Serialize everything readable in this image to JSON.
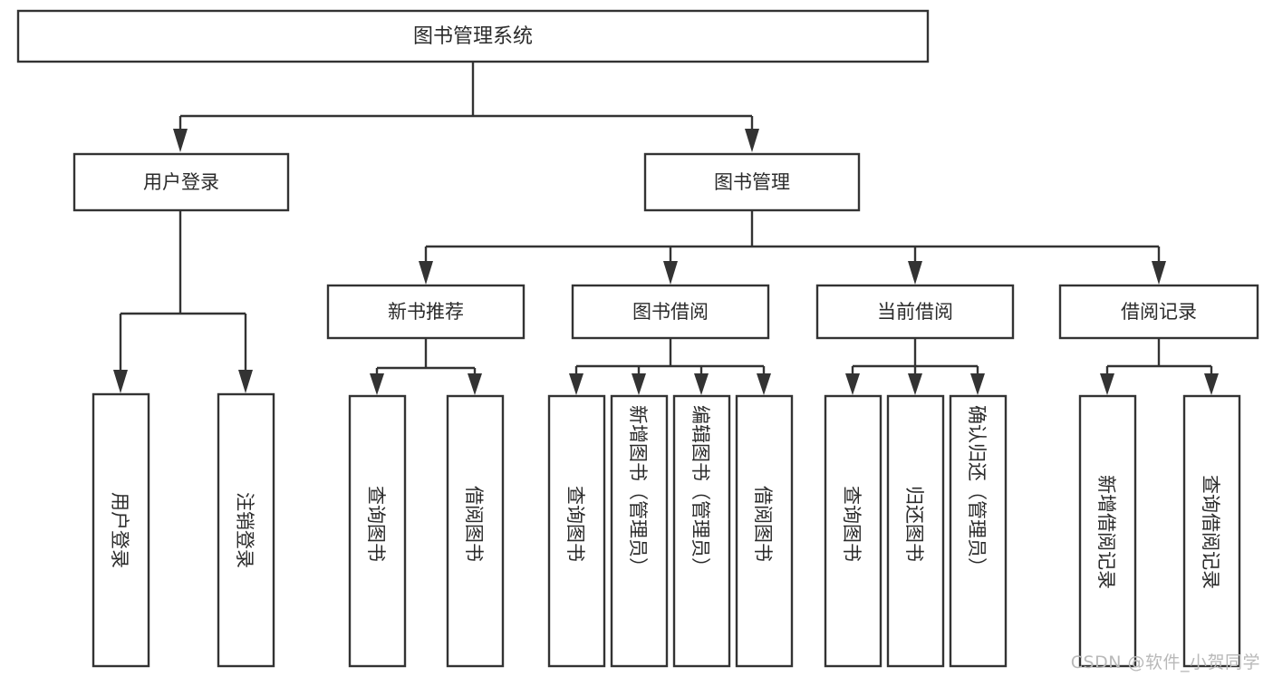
{
  "diagram": {
    "type": "tree-hierarchy",
    "title": "图书管理系统",
    "watermark": "CSDN @软件_小贺同学",
    "colors": {
      "stroke": "#333333",
      "fill": "#ffffff",
      "text": "#2b2b2b",
      "watermark": "#b9b9b9",
      "background": "#ffffff"
    },
    "levels": {
      "level1": [
        "图书管理系统"
      ],
      "level2": [
        "用户登录",
        "图书管理"
      ],
      "level3": [
        "新书推荐",
        "图书借阅",
        "当前借阅",
        "借阅记录"
      ],
      "level4": [
        "用户登录",
        "注销登录",
        "查询图书",
        "借阅图书",
        "查询图书",
        "新增图书（管理员）",
        "编辑图书（管理员）",
        "借阅图书",
        "查询图书",
        "归还图书",
        "确认归还（管理员）",
        "新增借阅记录",
        "查询借阅记录"
      ]
    },
    "nodes": {
      "root": {
        "label": "图书管理系统"
      },
      "user_login": {
        "label": "用户登录"
      },
      "book_manage": {
        "label": "图书管理"
      },
      "new_book_rec": {
        "label": "新书推荐"
      },
      "book_borrow": {
        "label": "图书借阅"
      },
      "current_borrow": {
        "label": "当前借阅"
      },
      "borrow_record": {
        "label": "借阅记录"
      },
      "leaf_user_login": {
        "label": "用户登录"
      },
      "leaf_user_logout": {
        "label": "注销登录"
      },
      "leaf_rec_query": {
        "label": "查询图书"
      },
      "leaf_rec_borrow": {
        "label": "借阅图书"
      },
      "leaf_bb_query": {
        "label": "查询图书"
      },
      "leaf_bb_add": {
        "label": "新增图书（管理员）"
      },
      "leaf_bb_edit": {
        "label": "编辑图书（管理员）"
      },
      "leaf_bb_borrow": {
        "label": "借阅图书"
      },
      "leaf_cb_query": {
        "label": "查询图书"
      },
      "leaf_cb_return": {
        "label": "归还图书"
      },
      "leaf_cb_confirm": {
        "label": "确认归还（管理员）"
      },
      "leaf_br_add": {
        "label": "新增借阅记录"
      },
      "leaf_br_query": {
        "label": "查询借阅记录"
      }
    },
    "edges": [
      {
        "from": "图书管理系统",
        "to": "用户登录"
      },
      {
        "from": "图书管理系统",
        "to": "图书管理"
      },
      {
        "from": "图书管理",
        "to": "新书推荐"
      },
      {
        "from": "图书管理",
        "to": "图书借阅"
      },
      {
        "from": "图书管理",
        "to": "当前借阅"
      },
      {
        "from": "图书管理",
        "to": "借阅记录"
      },
      {
        "from": "用户登录",
        "to": "用户登录"
      },
      {
        "from": "用户登录",
        "to": "注销登录"
      },
      {
        "from": "新书推荐",
        "to": "查询图书"
      },
      {
        "from": "新书推荐",
        "to": "借阅图书"
      },
      {
        "from": "图书借阅",
        "to": "查询图书"
      },
      {
        "from": "图书借阅",
        "to": "新增图书（管理员）"
      },
      {
        "from": "图书借阅",
        "to": "编辑图书（管理员）"
      },
      {
        "from": "图书借阅",
        "to": "借阅图书"
      },
      {
        "from": "当前借阅",
        "to": "查询图书"
      },
      {
        "from": "当前借阅",
        "to": "归还图书"
      },
      {
        "from": "当前借阅",
        "to": "确认归还（管理员）"
      },
      {
        "from": "借阅记录",
        "to": "新增借阅记录"
      },
      {
        "from": "借阅记录",
        "to": "查询借阅记录"
      }
    ]
  }
}
